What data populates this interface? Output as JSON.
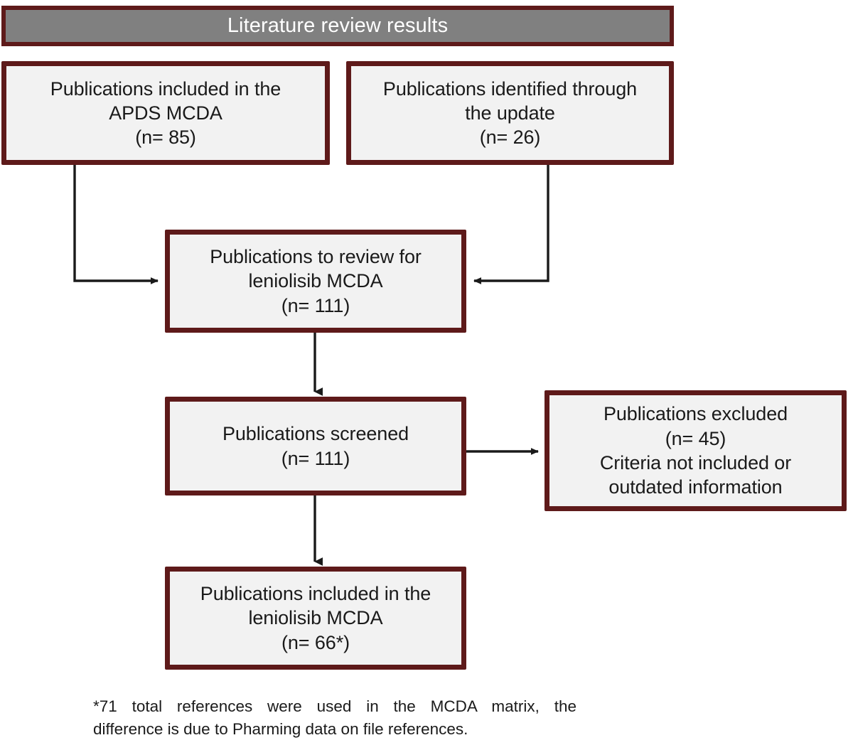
{
  "diagram": {
    "title": "Literature review results",
    "colors": {
      "box_border": "#5E1A1A",
      "box_fill": "#F2F2F2",
      "header_fill": "#808080",
      "header_text": "#FFFFFF",
      "arrow": "#1A1A1A",
      "background": "#FFFFFF"
    },
    "boxes": {
      "apds": {
        "lines": [
          "Publications included in the",
          "APDS MCDA",
          "(n= 85)"
        ],
        "count": 85
      },
      "update": {
        "lines": [
          "Publications identified through",
          "the update",
          "(n= 26)"
        ],
        "count": 26
      },
      "toreview": {
        "lines": [
          "Publications to review for",
          "leniolisib MCDA",
          "(n= 111)"
        ],
        "count": 111
      },
      "screened": {
        "lines": [
          "Publications screened",
          "(n= 111)"
        ],
        "count": 111
      },
      "excluded": {
        "lines": [
          "Publications excluded",
          "(n= 45)",
          "Criteria not included or",
          "outdated information"
        ],
        "count": 45
      },
      "final": {
        "lines": [
          "Publications included in the",
          "leniolisib MCDA",
          "(n= 66*)"
        ],
        "count": 66
      }
    },
    "footnote": {
      "line1": "*71 total references were used in the MCDA matrix, the",
      "line2": "difference is due to Pharming data on file references."
    }
  },
  "chart_data": {
    "type": "flowchart",
    "title": "Literature review results",
    "nodes": [
      {
        "id": "apds",
        "label": "Publications included in the APDS MCDA (n= 85)",
        "n": 85
      },
      {
        "id": "update",
        "label": "Publications identified through the update (n= 26)",
        "n": 26
      },
      {
        "id": "toreview",
        "label": "Publications to review for leniolisib MCDA (n= 111)",
        "n": 111
      },
      {
        "id": "screened",
        "label": "Publications screened (n= 111)",
        "n": 111
      },
      {
        "id": "excluded",
        "label": "Publications excluded (n= 45) Criteria not included or outdated information",
        "n": 45
      },
      {
        "id": "final",
        "label": "Publications included in the leniolisib MCDA (n= 66*)",
        "n": 66
      }
    ],
    "edges": [
      {
        "from": "apds",
        "to": "toreview"
      },
      {
        "from": "update",
        "to": "toreview"
      },
      {
        "from": "toreview",
        "to": "screened"
      },
      {
        "from": "screened",
        "to": "excluded"
      },
      {
        "from": "screened",
        "to": "final"
      }
    ]
  }
}
